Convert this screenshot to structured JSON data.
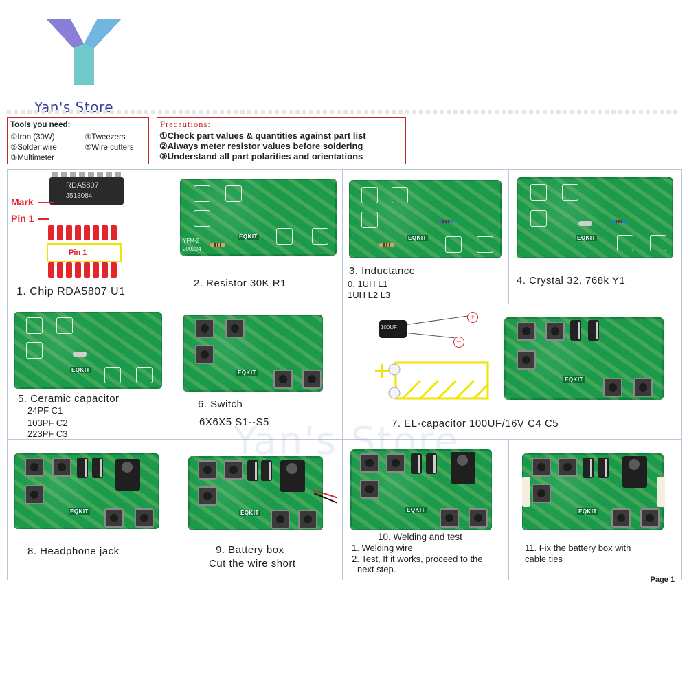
{
  "brand": {
    "name": "Yan's Store"
  },
  "tools": {
    "heading": "Tools you need:",
    "items": [
      "①Iron (30W)",
      "④Tweezers",
      "②Solder wire",
      "⑤Wire cutters",
      "③Multimeter"
    ]
  },
  "precautions": {
    "heading": "Precautions:",
    "items": [
      "①Check part values & quantities against part list",
      "②Always meter resistor values before soldering",
      "③Understand all part polarities and orientations"
    ]
  },
  "chip": {
    "mark_label": "Mark",
    "pin1_label": "Pin 1",
    "pin1_inner": "Pin 1",
    "part_line1": "RDA5807",
    "part_line2": "J513084"
  },
  "board": {
    "brand": "EQKIT",
    "model": "YFM-2",
    "date": "200324"
  },
  "steps": [
    {
      "lines": [
        "1. Chip      RDA5807   U1"
      ]
    },
    {
      "lines": [
        "2. Resistor  30K  R1"
      ]
    },
    {
      "lines": [
        "3. Inductance",
        "0. 1UH    L1",
        "1UH      L2 L3"
      ]
    },
    {
      "lines": [
        "4. Crystal   32. 768k   Y1"
      ]
    },
    {
      "lines": [
        "5. Ceramic capacitor",
        "24PF   C1",
        "103PF   C2",
        "223PF   C3"
      ]
    },
    {
      "lines": [
        "6. Switch",
        "6X6X5   S1--S5"
      ]
    },
    {
      "lines": [
        "7. EL-capacitor   100UF/16V   C4  C5"
      ]
    },
    {
      "lines": [
        "8. Headphone jack"
      ]
    },
    {
      "lines": [
        "9. Battery box",
        "Cut the wire short"
      ]
    },
    {
      "lines": [
        "10. Welding and test",
        "1. Welding wire",
        "2. Test, If it works, proceed to the",
        "next step."
      ]
    },
    {
      "lines": [
        "11. Fix the battery box with",
        "cable ties"
      ]
    }
  ],
  "electrolytic": {
    "plus": "+",
    "minus": "−",
    "body_text": "100UF"
  },
  "footer": {
    "page": "Page 1"
  },
  "watermark": "Yan's Store",
  "colors": {
    "brand": "#3a3f9a",
    "accent_red": "#c2262c",
    "pcb_green": "#1a9a4a",
    "highlight_yellow": "#f2e300"
  }
}
